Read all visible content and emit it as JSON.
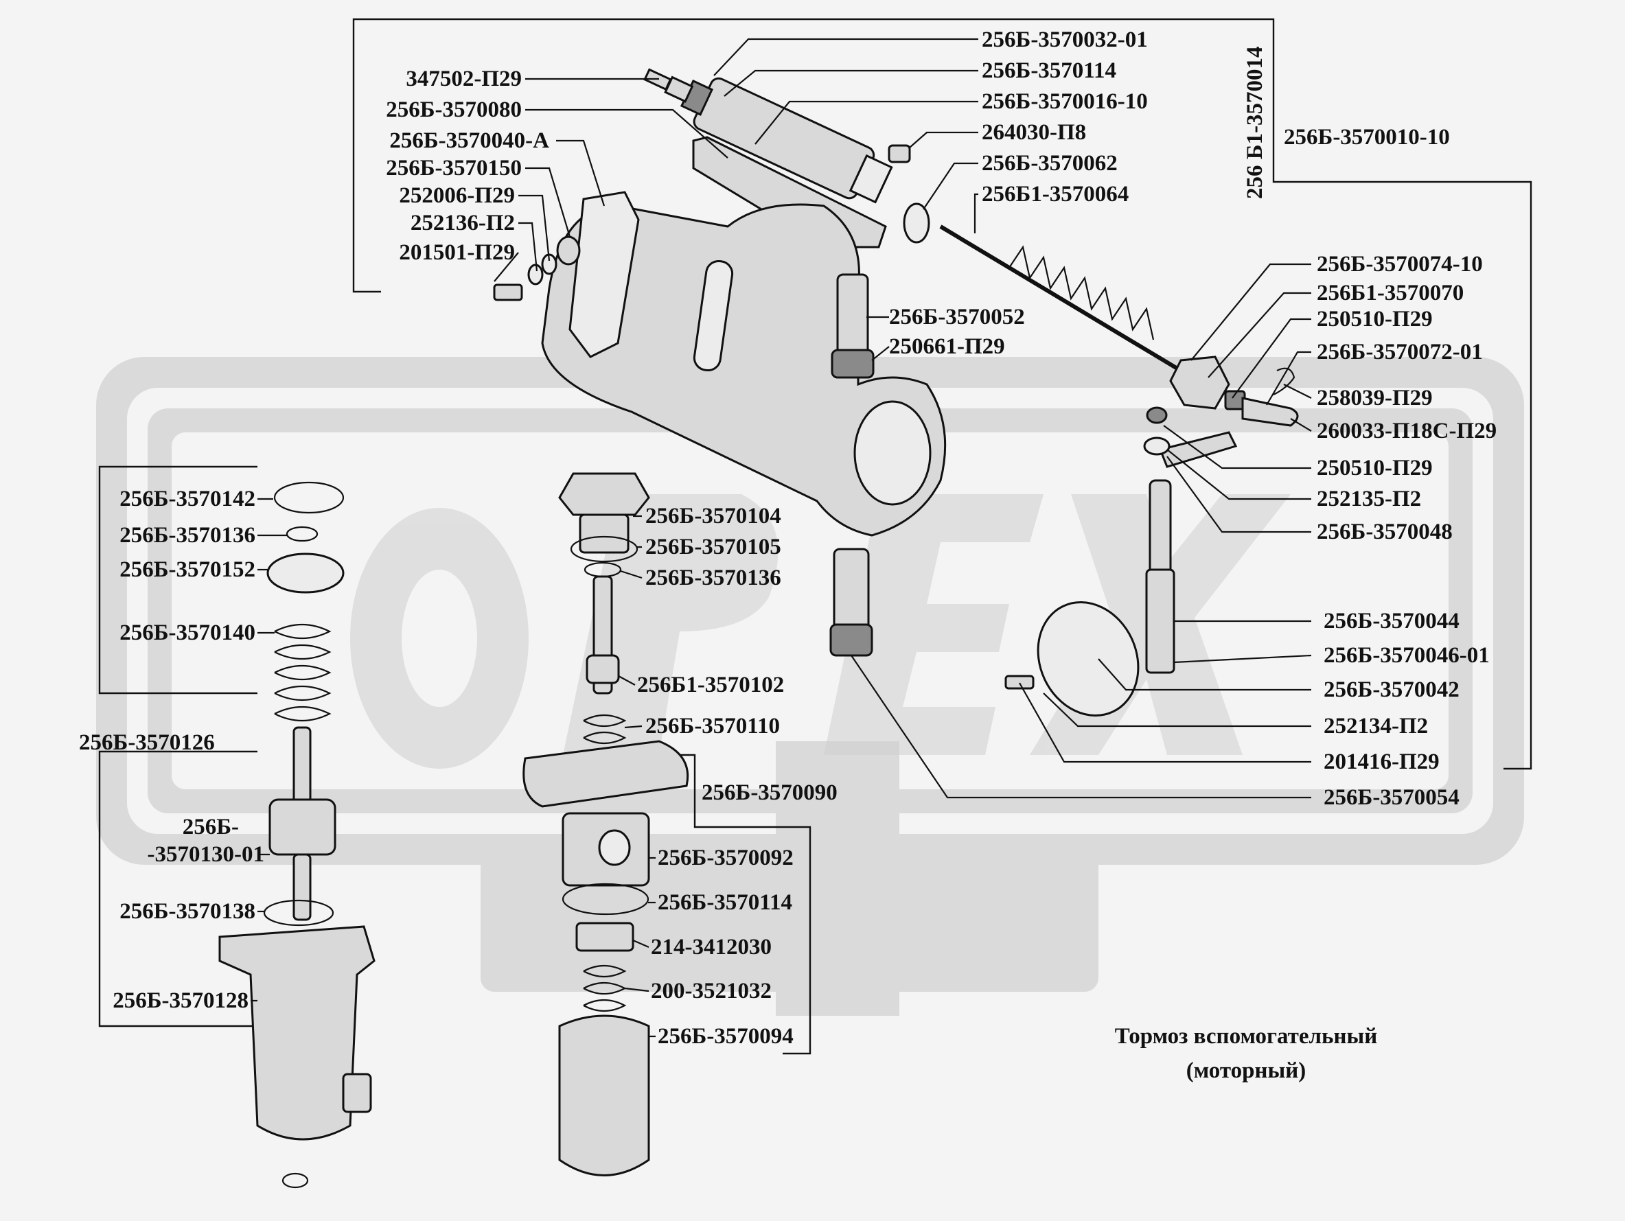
{
  "watermark": {
    "text": "ОРЕХ",
    "color": "#d6d6d6"
  },
  "caption": {
    "line1": "Тормоз  вспомогательный",
    "line2": "(моторный)"
  },
  "labels": {
    "l_3570032": "256Б-3570032-01",
    "l_3570114a": "256Б-3570114",
    "l_3570016": "256Б-3570016-10",
    "l_264030": "264030-П8",
    "l_3570062": "256Б-3570062",
    "l_3570064": "256Б1-3570064",
    "l_347502": "347502-П29",
    "l_3570080": "256Б-3570080",
    "l_3570040": "256Б-3570040-А",
    "l_3570150": "256Б-3570150",
    "l_252006": "252006-П29",
    "l_252136": "252136-П2",
    "l_201501": "201501-П29",
    "l_vert": "256 Б1-3570014",
    "l_3570010": "256Б-3570010-10",
    "l_3570074": "256Б-3570074-10",
    "l_3570070": "256Б1-3570070",
    "l_250510a": "250510-П29",
    "l_3570072": "256Б-3570072-01",
    "l_258039": "258039-П29",
    "l_260033": "260033-П18С-П29",
    "l_250510b": "250510-П29",
    "l_252135": "252135-П2",
    "l_3570048": "256Б-3570048",
    "l_3570052": "256Б-3570052",
    "l_250661": "250661-П29",
    "l_3570044": "256Б-3570044",
    "l_3570046": "256Б-3570046-01",
    "l_3570042": "256Б-3570042",
    "l_252134": "252134-П2",
    "l_201416": "201416-П29",
    "l_3570054": "256Б-3570054",
    "l_3570142": "256Б-3570142",
    "l_3570136a": "256Б-3570136",
    "l_3570152": "256Б-3570152",
    "l_3570140": "256Б-3570140",
    "l_3570126": "256Б-3570126",
    "l_3570130a": "256Б-",
    "l_3570130b": "-3570130-01",
    "l_3570138": "256Б-3570138",
    "l_3570128": "256Б-3570128",
    "l_3570104": "256Б-3570104",
    "l_3570105": "256Б-3570105",
    "l_3570136b": "256Б-3570136",
    "l_3570102": "256Б1-3570102",
    "l_3570110": "256Б-3570110",
    "l_3570090": "256Б-3570090",
    "l_3570092": "256Б-3570092",
    "l_3570114b": "256Б-3570114",
    "l_214": "214-3412030",
    "l_200": "200-3521032",
    "l_3570094": "256Б-3570094"
  }
}
